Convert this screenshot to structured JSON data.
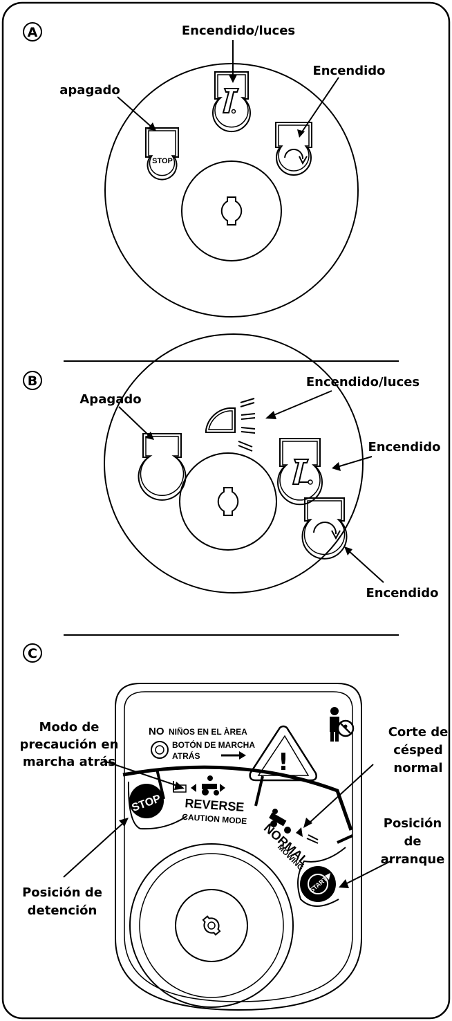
{
  "panels": {
    "a": {
      "letter": "A",
      "labels": {
        "off": "apagado",
        "on_lights": "Encendido/luces",
        "on": "Encendido"
      },
      "stop_text": "STOP"
    },
    "b": {
      "letter": "B",
      "labels": {
        "off": "Apagado",
        "on_lights": "Encendido/luces",
        "on_run": "Encendido",
        "on_start": "Encendido"
      }
    },
    "c": {
      "letter": "C",
      "labels": {
        "reverse_caution_1": "Modo de",
        "reverse_caution_2": "precaución en",
        "reverse_caution_3": "marcha atrás",
        "normal_mowing_1": "Corte de",
        "normal_mowing_2": "césped",
        "normal_mowing_3": "normal",
        "start_pos_1": "Posición",
        "start_pos_2": "de",
        "start_pos_3": "arranque",
        "stop_pos_1": "Posición de",
        "stop_pos_2": "detención"
      },
      "decal": {
        "no_children_bold": "NO",
        "no_children_rest": "NIÑOS EN EL ÀREA",
        "reverse_button_1": "BOTÓN DE MARCHA",
        "reverse_button_2": "ATRÁS",
        "stop": "STOP",
        "reverse": "REVERSE",
        "caution_mode": "CAUTION MODE",
        "normal": "NORMAL",
        "mowing": "MOWING",
        "start": "START",
        "warning_symbol": "!"
      }
    }
  }
}
